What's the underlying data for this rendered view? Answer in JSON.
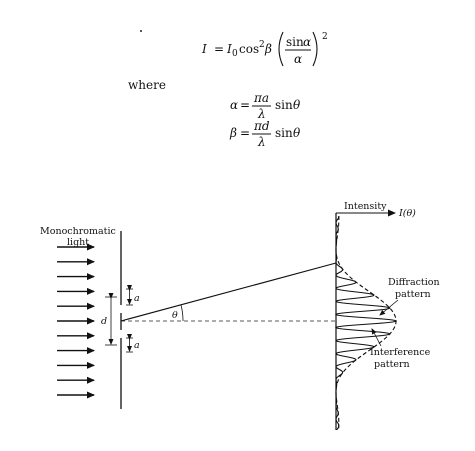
{
  "equations": {
    "main": {
      "lhs": "I",
      "eq": "=",
      "i0_base": "I",
      "i0_sub": "0",
      "cos": "cos",
      "cos_exp": "2",
      "beta": "β",
      "frac_num_fn": "sin",
      "frac_num_var": "α",
      "frac_den": "α",
      "outer_exp": "2"
    },
    "where_label": "where",
    "alpha_def": {
      "lhs": "α",
      "eq": "=",
      "num": "πa",
      "den": "λ",
      "tail_fn": "sin",
      "tail_var": "θ"
    },
    "beta_def": {
      "lhs": "β",
      "eq": "=",
      "num": "πd",
      "den": "λ",
      "tail_fn": "sin",
      "tail_var": "θ"
    }
  },
  "diagram": {
    "source_label_line1": "Monochromatic",
    "source_label_line2": "light",
    "slit_width_label": "a",
    "slit_separation_label": "d",
    "angle_label": "θ",
    "intensity_label": "Intensity",
    "intensity_func": "I(θ)",
    "diffraction_label_line1": "Diffraction",
    "diffraction_label_line2": "pattern",
    "interference_label_line1": "Interference",
    "interference_label_line2": "pattern",
    "incoming_ray_count": 11
  }
}
